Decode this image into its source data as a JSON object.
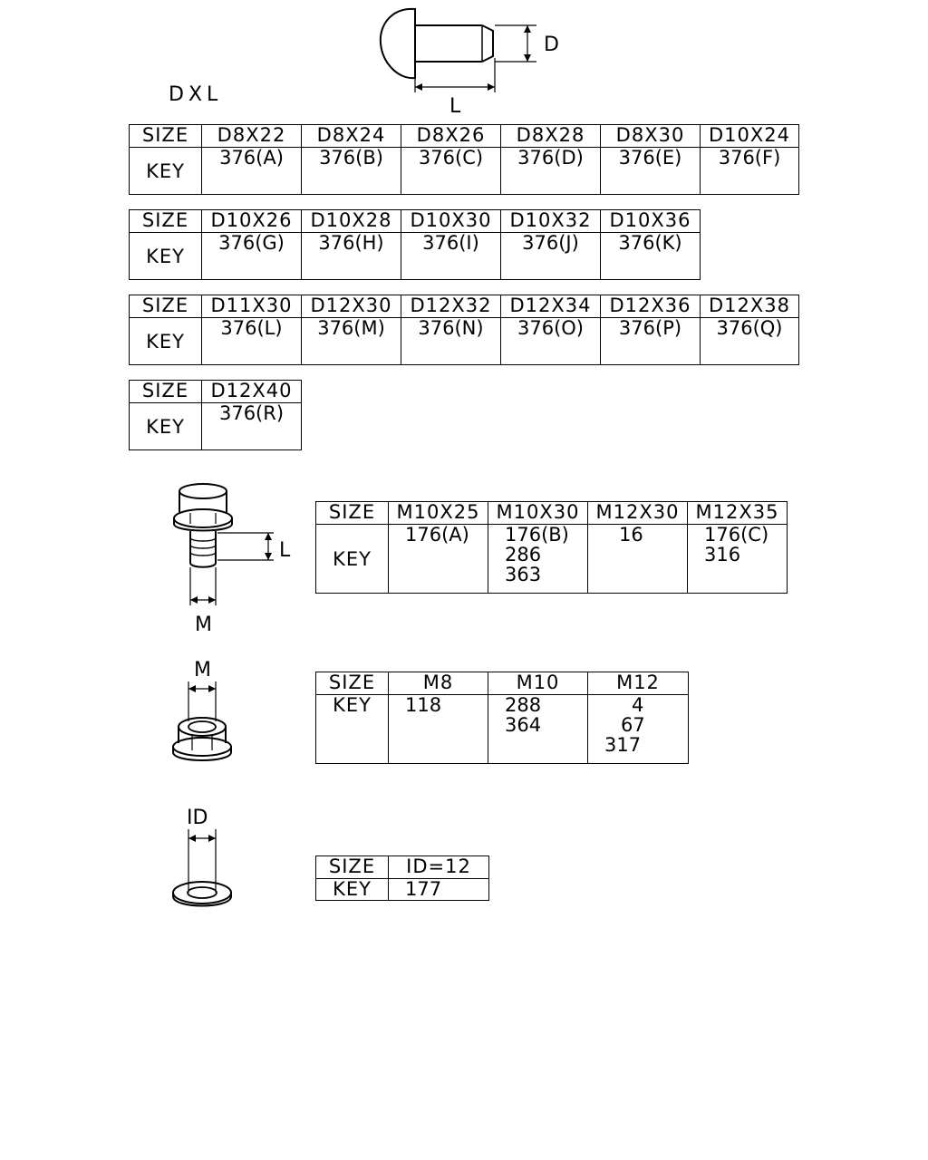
{
  "rivet": {
    "label_d": "D",
    "label_l": "L",
    "label_dxl": "DXL"
  },
  "rivet_tables": [
    {
      "row_header_size": "SIZE",
      "row_header_key": "KEY",
      "sizes": [
        "D8X22",
        "D8X24",
        "D8X26",
        "D8X28",
        "D8X30",
        "D10X24"
      ],
      "keys": [
        "376(A)",
        "376(B)",
        "376(C)",
        "376(D)",
        "376(E)",
        "376(F)"
      ]
    },
    {
      "row_header_size": "SIZE",
      "row_header_key": "KEY",
      "sizes": [
        "D10X26",
        "D10X28",
        "D10X30",
        "D10X32",
        "D10X36"
      ],
      "keys": [
        "376(G)",
        "376(H)",
        "376(I)",
        "376(J)",
        "376(K)"
      ]
    },
    {
      "row_header_size": "SIZE",
      "row_header_key": "KEY",
      "sizes": [
        "D11X30",
        "D12X30",
        "D12X32",
        "D12X34",
        "D12X36",
        "D12X38"
      ],
      "keys": [
        "376(L)",
        "376(M)",
        "376(N)",
        "376(O)",
        "376(P)",
        "376(Q)"
      ]
    },
    {
      "row_header_size": "SIZE",
      "row_header_key": "KEY",
      "sizes": [
        "D12X40"
      ],
      "keys": [
        "376(R)"
      ]
    }
  ],
  "bolt": {
    "label_l": "L",
    "label_m": "M",
    "table": {
      "row_header_size": "SIZE",
      "row_header_key": "KEY",
      "sizes": [
        "M10X25",
        "M10X30",
        "M12X30",
        "M12X35"
      ],
      "keys": [
        [
          "176(A)"
        ],
        [
          "176(B)",
          "286",
          "363"
        ],
        [
          "16"
        ],
        [
          "176(C)",
          "316"
        ]
      ]
    }
  },
  "nut": {
    "label_m": "M",
    "table": {
      "row_header_size": "SIZE",
      "row_header_key": "KEY",
      "sizes": [
        "M8",
        "M10",
        "M12"
      ],
      "keys": [
        [
          "118"
        ],
        [
          "288",
          "364"
        ],
        [
          "4",
          "67",
          "317"
        ]
      ]
    }
  },
  "washer": {
    "label_id": "ID",
    "table": {
      "row_header_size": "SIZE",
      "row_header_key": "KEY",
      "sizes": [
        "ID=12"
      ],
      "keys": [
        [
          "177"
        ]
      ]
    }
  }
}
